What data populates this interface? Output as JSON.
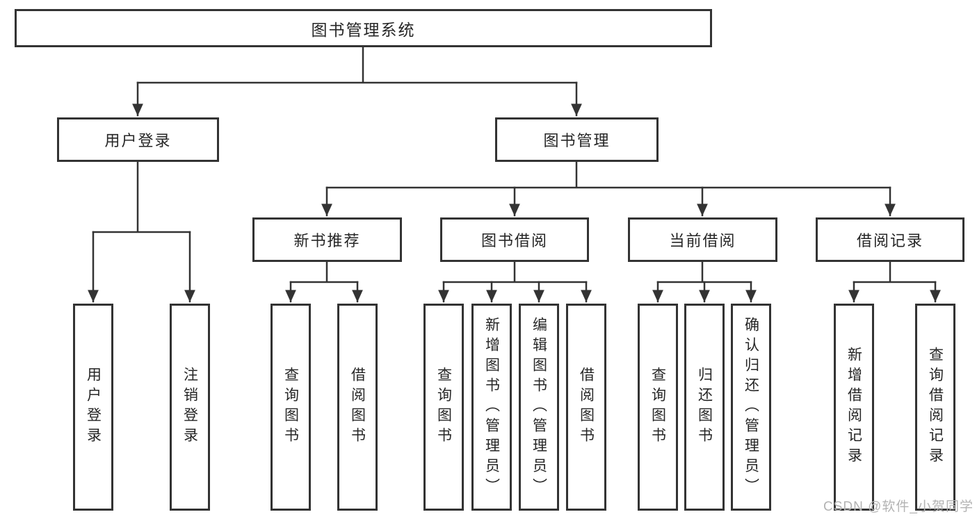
{
  "diagram": {
    "root": {
      "label": "图书管理系统"
    },
    "level2": [
      {
        "label": "用户登录",
        "children": [
          {
            "label": "用户登录"
          },
          {
            "label": "注销登录"
          }
        ]
      },
      {
        "label": "图书管理",
        "children": [
          {
            "label": "新书推荐",
            "children": [
              {
                "label": "查询图书"
              },
              {
                "label": "借阅图书"
              }
            ]
          },
          {
            "label": "图书借阅",
            "children": [
              {
                "label": "查询图书"
              },
              {
                "label": "新增图书（管理员）"
              },
              {
                "label": "编辑图书（管理员）"
              },
              {
                "label": "借阅图书"
              }
            ]
          },
          {
            "label": "当前借阅",
            "children": [
              {
                "label": "查询图书"
              },
              {
                "label": "归还图书"
              },
              {
                "label": "确认归还（管理员）"
              }
            ]
          },
          {
            "label": "借阅记录",
            "children": [
              {
                "label": "新增借阅记录"
              },
              {
                "label": "查询借阅记录"
              }
            ]
          }
        ]
      }
    ],
    "watermark": "CSDN @软件_小贺同学",
    "colors": {
      "line": "#333333",
      "text": "#262626",
      "background": "#ffffff",
      "watermark": "#b3b3b3"
    }
  }
}
